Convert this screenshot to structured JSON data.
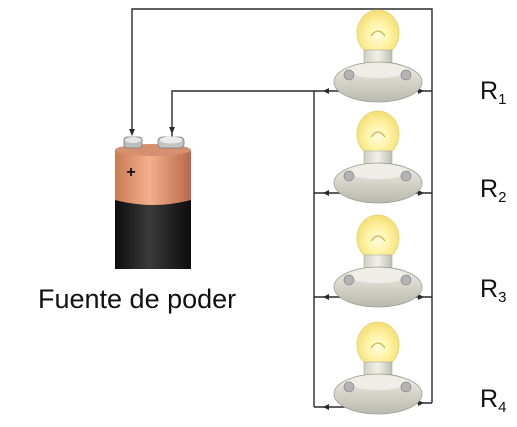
{
  "battery": {
    "label": "Fuente de poder",
    "terminal_sign": "+"
  },
  "resistors": [
    {
      "letter": "R",
      "index": "1"
    },
    {
      "letter": "R",
      "index": "2"
    },
    {
      "letter": "R",
      "index": "3"
    },
    {
      "letter": "R",
      "index": "4"
    }
  ],
  "colors": {
    "wire": "#2a2a2a",
    "battery_top": "#e9a079",
    "battery_bottom": "#1a1a1a",
    "bulb_glow": "#fff6b0",
    "base": "#d8d8cc"
  }
}
